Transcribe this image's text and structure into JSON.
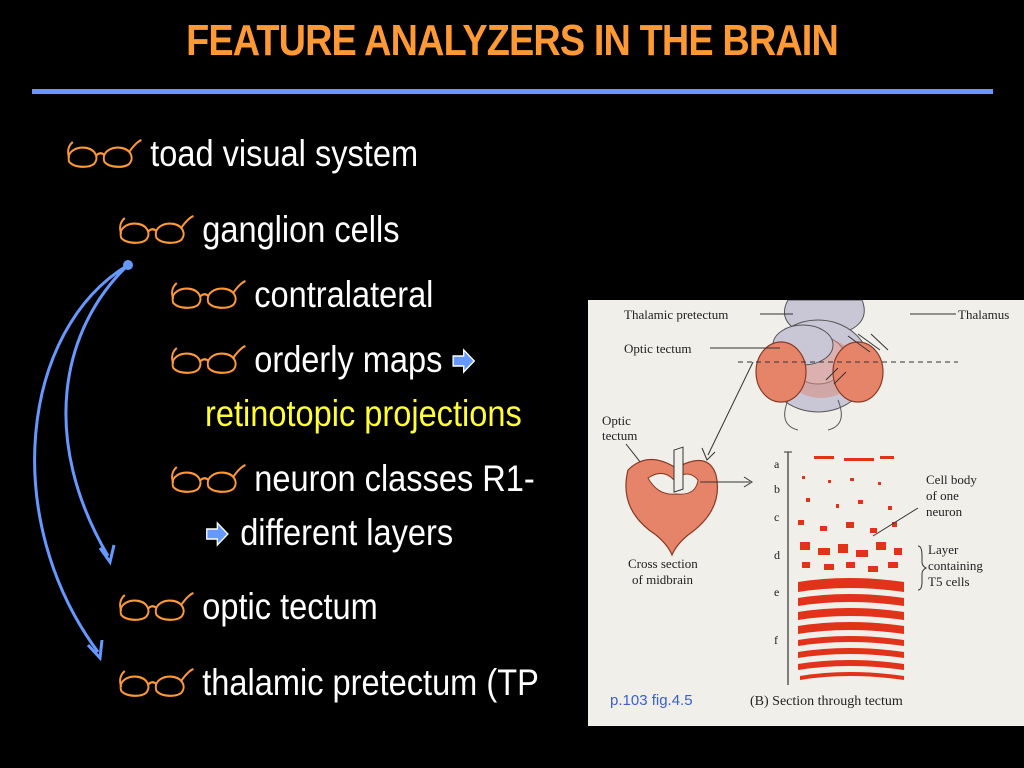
{
  "slide": {
    "title": "FEATURE ANALYZERS IN THE BRAIN",
    "bullets": [
      {
        "text": "toad visual system"
      },
      {
        "text": "ganglion cells"
      },
      {
        "text": "contralateral"
      },
      {
        "text": "orderly maps",
        "continuation": "retinotopic projections"
      },
      {
        "text": "neuron classes R1-",
        "continuation": "different layers"
      },
      {
        "text": "optic tectum"
      },
      {
        "text": "thalamic pretectum (TP"
      }
    ],
    "bullet_icon": "eyeglasses-icon",
    "arrow_icon": "right-arrow-icon",
    "colors": {
      "title": "#FF9933",
      "rule": "#6699FF",
      "bullet_icon": "#FF9933",
      "highlight": "#FFFF33",
      "connector": "#6699FF"
    }
  },
  "figure": {
    "labels": {
      "thalamic_pretectum": "Thalamic pretectum",
      "thalamus": "Thalamus",
      "optic_tectum": "Optic tectum",
      "optic_tectum_2a": "Optic",
      "optic_tectum_2b": "tectum",
      "cross_section_a": "Cross section",
      "cross_section_b": "of midbrain",
      "cell_body_a": "Cell body",
      "cell_body_b": "of one",
      "cell_body_c": "neuron",
      "layer_a": "Layer",
      "layer_b": "containing",
      "layer_c": "T5 cells",
      "layers": [
        "a",
        "b",
        "c",
        "d",
        "e",
        "f"
      ]
    },
    "reference": "p.103 fig.4.5",
    "caption": "(B)  Section through tectum"
  }
}
